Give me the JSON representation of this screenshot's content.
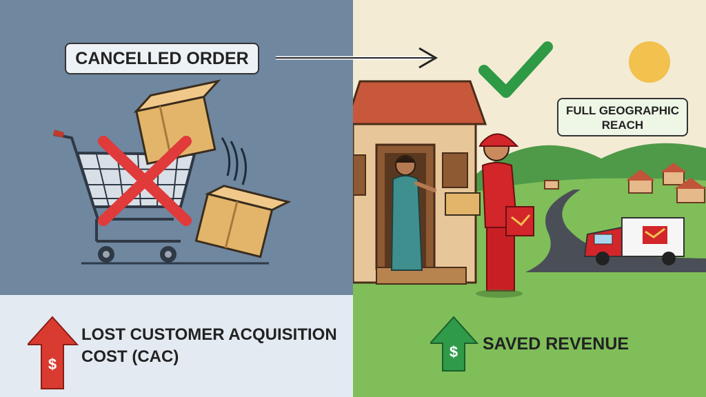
{
  "left_panel": {
    "label": "CANCELLED ORDER",
    "footer_text": "LOST CUSTOMER ACQUISITION COST (CAC)",
    "arrow_symbol": "$",
    "colors": {
      "background": "#6f879f",
      "footer": "#e3eaf2",
      "cross": "#e03a3a",
      "arrow": "#d93b30"
    }
  },
  "right_panel": {
    "label": "FULL GEOGRAPHIC REACH",
    "footer_text": "SAVED REVENUE",
    "arrow_symbol": "$",
    "colors": {
      "background": "#f3ebd4",
      "grass": "#7fbe59",
      "check": "#2e9a45",
      "arrow": "#2f9a48",
      "uniform": "#d2262a"
    }
  }
}
